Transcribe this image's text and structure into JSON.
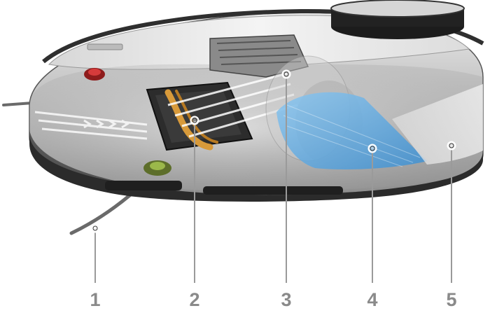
{
  "callouts": [
    {
      "number": "1",
      "part": "side-brush"
    },
    {
      "number": "2",
      "part": "main-brush"
    },
    {
      "number": "3",
      "part": "suction-fan"
    },
    {
      "number": "4",
      "part": "water-tank"
    },
    {
      "number": "5",
      "part": "mopping-pad"
    }
  ],
  "colors": {
    "callout_number": "#8a8a8a",
    "leader_line": "#9a9a9a",
    "body_shell": "#c9c9c9",
    "bumper": "#2b2b2b",
    "water_tank": "#5ca7dd",
    "main_brush_bristle": "#d89a3a",
    "side_brush_red": "#c62828",
    "side_brush_green": "#8aa63a"
  }
}
